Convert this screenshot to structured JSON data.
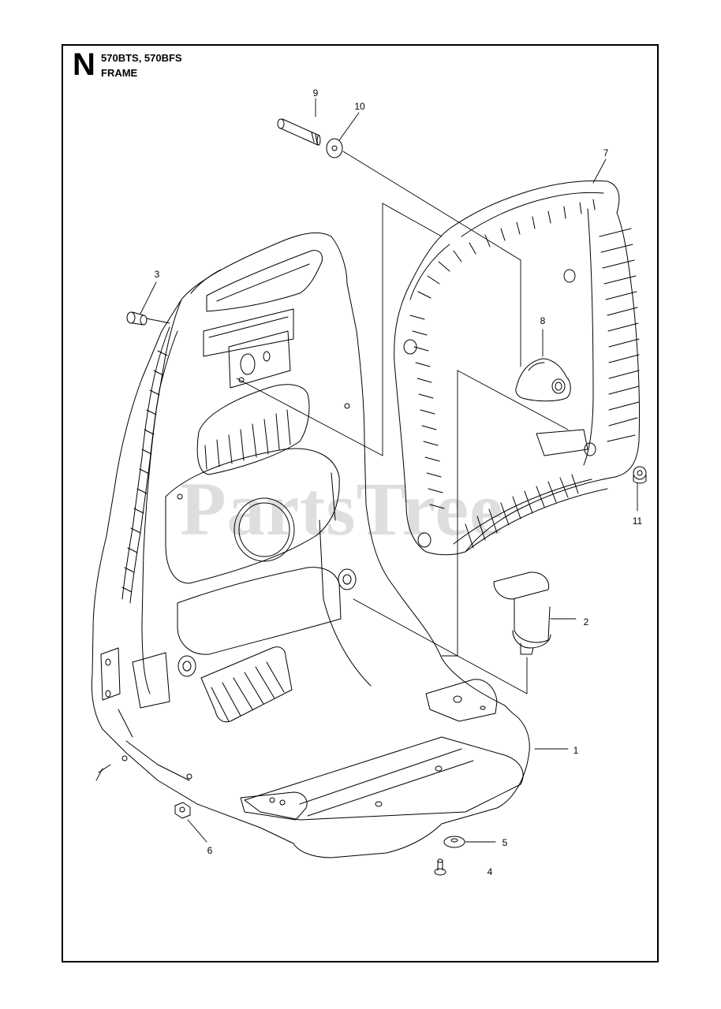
{
  "header": {
    "section_letter": "N",
    "models": "570BTS, 570BFS",
    "title": "FRAME"
  },
  "watermark": "PartsTree",
  "callouts": [
    {
      "id": "1",
      "label": "1"
    },
    {
      "id": "2",
      "label": "2"
    },
    {
      "id": "3",
      "label": "3"
    },
    {
      "id": "4",
      "label": "4"
    },
    {
      "id": "5",
      "label": "5"
    },
    {
      "id": "6",
      "label": "6"
    },
    {
      "id": "7",
      "label": "7"
    },
    {
      "id": "8",
      "label": "8"
    },
    {
      "id": "9",
      "label": "9"
    },
    {
      "id": "10",
      "label": "10"
    },
    {
      "id": "11",
      "label": "11"
    }
  ]
}
